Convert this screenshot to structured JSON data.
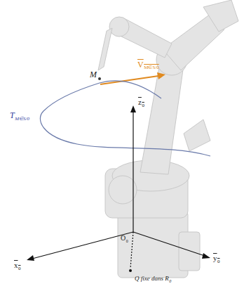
{
  "diagram": {
    "labels": [
      "M",
      "V",
      "M∈S/0",
      "T",
      "M∈S/0",
      "z",
      "0",
      "x",
      "0",
      "y",
      "0",
      "O",
      "0",
      "Q fixe dans R",
      "0"
    ]
  }
}
